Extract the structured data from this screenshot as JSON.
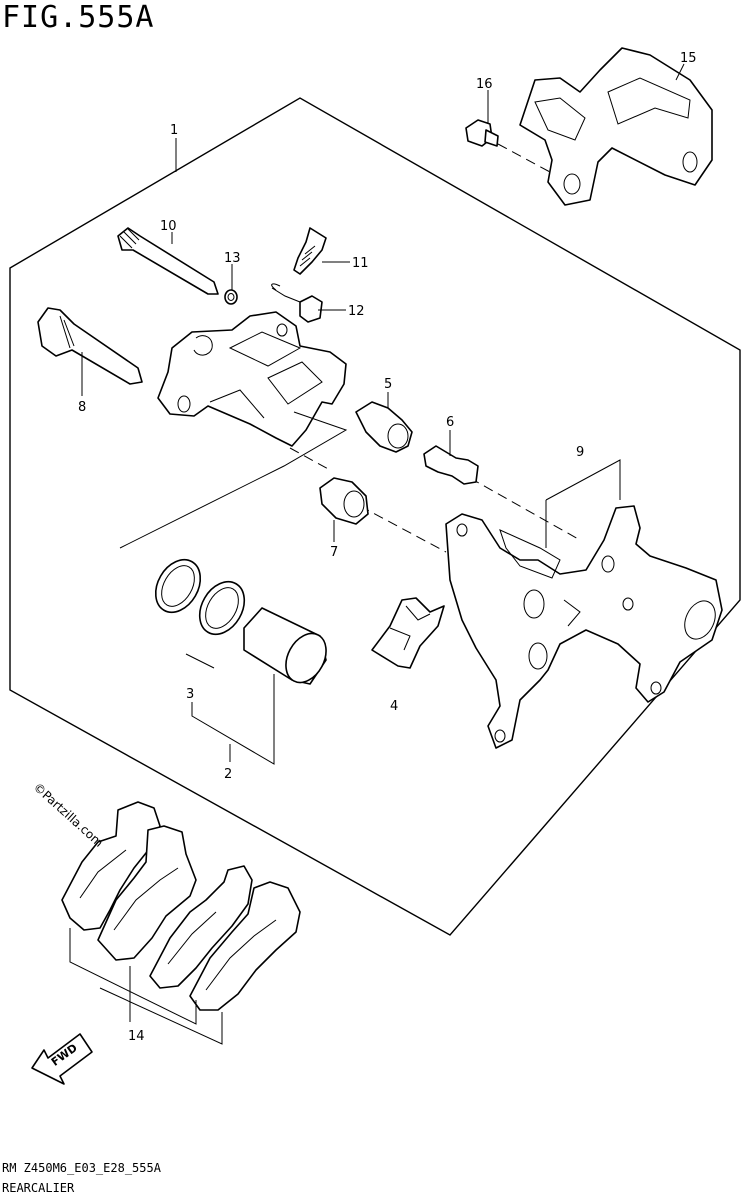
{
  "figure_title": "FIG.555A",
  "footer": {
    "code": "RM Z450M6_E03_E28_555A",
    "name": "REARCALIER"
  },
  "watermark": "©Partzilla.com",
  "fwd_label": "FWD",
  "callouts": {
    "c1": "1",
    "c2": "2",
    "c3": "3",
    "c4": "4",
    "c5": "5",
    "c6": "6",
    "c7": "7",
    "c8": "8",
    "c9": "9",
    "c10": "10",
    "c11": "11",
    "c12": "12",
    "c13": "13",
    "c14": "14",
    "c15": "15",
    "c16": "16"
  }
}
